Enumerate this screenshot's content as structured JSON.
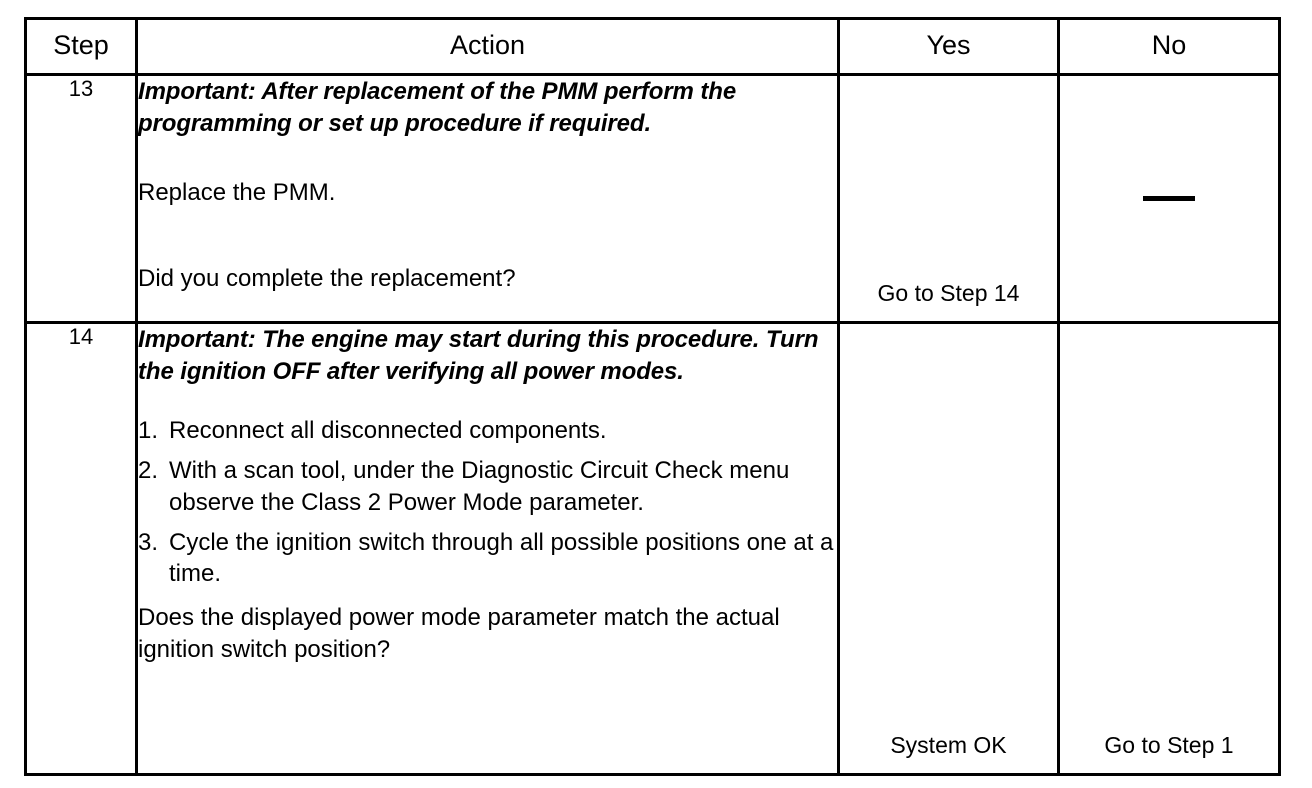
{
  "table": {
    "columns": [
      {
        "key": "step",
        "label": "Step"
      },
      {
        "key": "action",
        "label": "Action"
      },
      {
        "key": "yes",
        "label": "Yes"
      },
      {
        "key": "no",
        "label": "No"
      }
    ],
    "rows": [
      {
        "step": "13",
        "important_note": "Important: After replacement of the PMM perform the programming or set up procedure if required.",
        "instruction": "Replace the PMM.",
        "question": "Did you complete the replacement?",
        "yes": "Go to Step 14",
        "no": "—",
        "no_is_dash": true
      },
      {
        "step": "14",
        "important_note": "Important: The engine may start during this procedure. Turn the ignition OFF after verifying all power modes.",
        "numbered_steps": [
          {
            "num": "1.",
            "text": "Reconnect all disconnected components."
          },
          {
            "num": "2.",
            "text": "With a scan tool, under the Diagnostic Circuit Check menu observe the Class 2 Power Mode parameter."
          },
          {
            "num": "3.",
            "text": "Cycle the ignition switch through all possible positions one at a time."
          }
        ],
        "question": "Does the displayed power mode parameter match the actual ignition switch position?",
        "yes": "System OK",
        "no": "Go to Step 1",
        "no_is_dash": false
      }
    ]
  },
  "colors": {
    "border": "#000000",
    "text": "#000000",
    "background": "#ffffff"
  }
}
